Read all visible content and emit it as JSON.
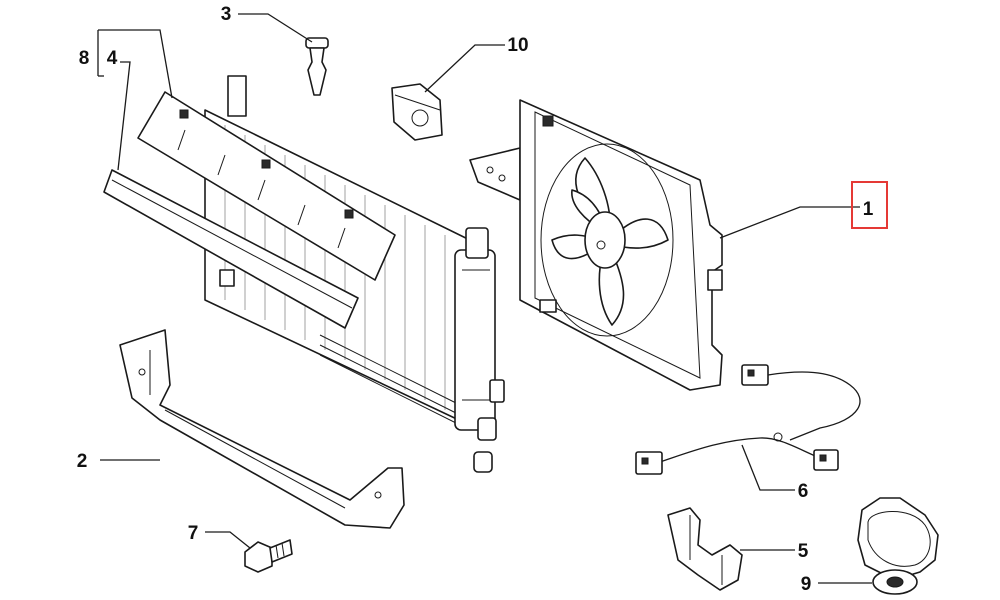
{
  "callouts": {
    "c1": "1",
    "c2": "2",
    "c3": "3",
    "c4": "4",
    "c5": "5",
    "c6": "6",
    "c7": "7",
    "c8": "8",
    "c9": "9",
    "c10": "10"
  },
  "colors": {
    "highlight": "#e53935",
    "line": "#1a1a1a"
  }
}
